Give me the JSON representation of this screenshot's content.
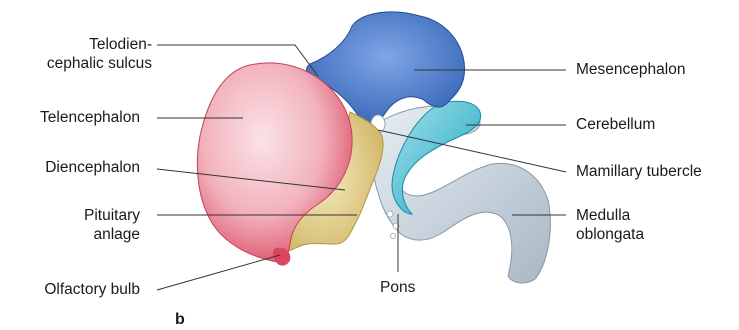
{
  "labels": {
    "telodiencephalic_sulcus_line1": "Telodien-",
    "telodiencephalic_sulcus_line2": "cephalic sulcus",
    "telencephalon": "Telencephalon",
    "diencephalon": "Diencephalon",
    "pituitary_anlage_line1": "Pituitary",
    "pituitary_anlage_line2": "anlage",
    "olfactory_bulb": "Olfactory bulb",
    "mesencephalon": "Mesencephalon",
    "cerebellum": "Cerebellum",
    "mamillary_tubercle": "Mamillary tubercle",
    "medulla_oblongata_line1": "Medulla",
    "medulla_oblongata_line2": "oblongata",
    "pons": "Pons",
    "panel_letter": "b"
  },
  "colors": {
    "telencephalon": "#e57f8e",
    "diencephalon": "#e3cf86",
    "mesencephalon": "#4f7ed1",
    "cerebellum": "#55c3d6",
    "hindbrain": "#c6d2dc",
    "leader_line": "#333333"
  }
}
